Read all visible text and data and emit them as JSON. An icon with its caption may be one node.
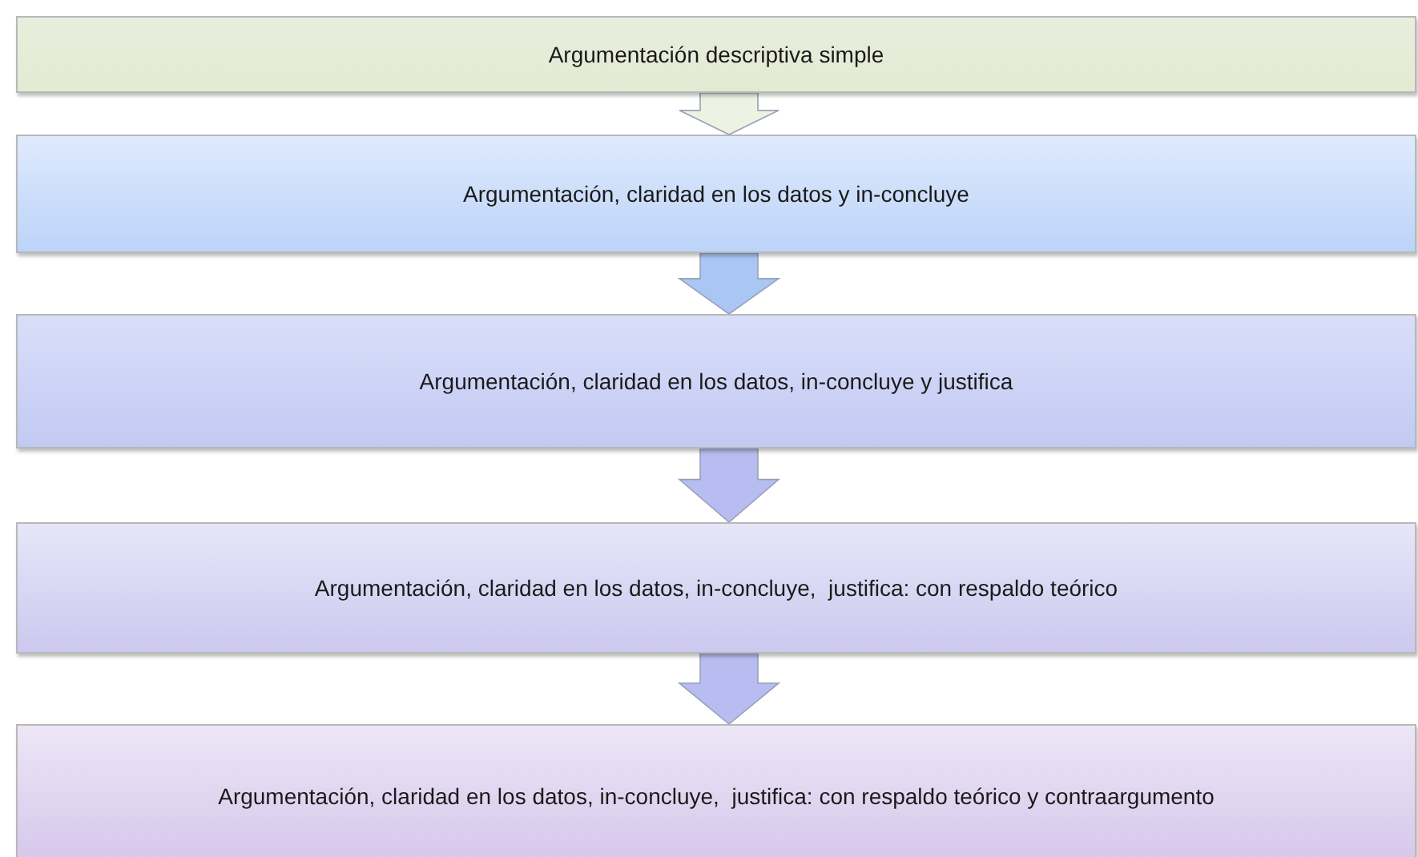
{
  "diagram": {
    "nodes": [
      {
        "text": [
          "Argumentación descriptiva simple"
        ]
      },
      {
        "text": [
          "Argumentación, claridad en los datos y in-concluye"
        ]
      },
      {
        "text": [
          "Argumentación, claridad en los datos, in-concluye y justifica"
        ]
      },
      {
        "text": [
          "Argumentación, claridad en los datos, in-concluye,  justifica: con respaldo teórico"
        ]
      },
      {
        "text": [
          "Argumentación, claridad en los datos, in-concluye,  justifica: con respaldo teórico y contraargumento"
        ]
      }
    ],
    "edges": [
      {
        "from": 0,
        "to": 1,
        "arrow": "to",
        "color": "#eef2e2"
      },
      {
        "from": 1,
        "to": 2,
        "arrow": "to",
        "color": "#a9c6f5"
      },
      {
        "from": 2,
        "to": 3,
        "arrow": "to"
      },
      {
        "from": 3,
        "to": 4,
        "arrow": "to"
      }
    ]
  }
}
